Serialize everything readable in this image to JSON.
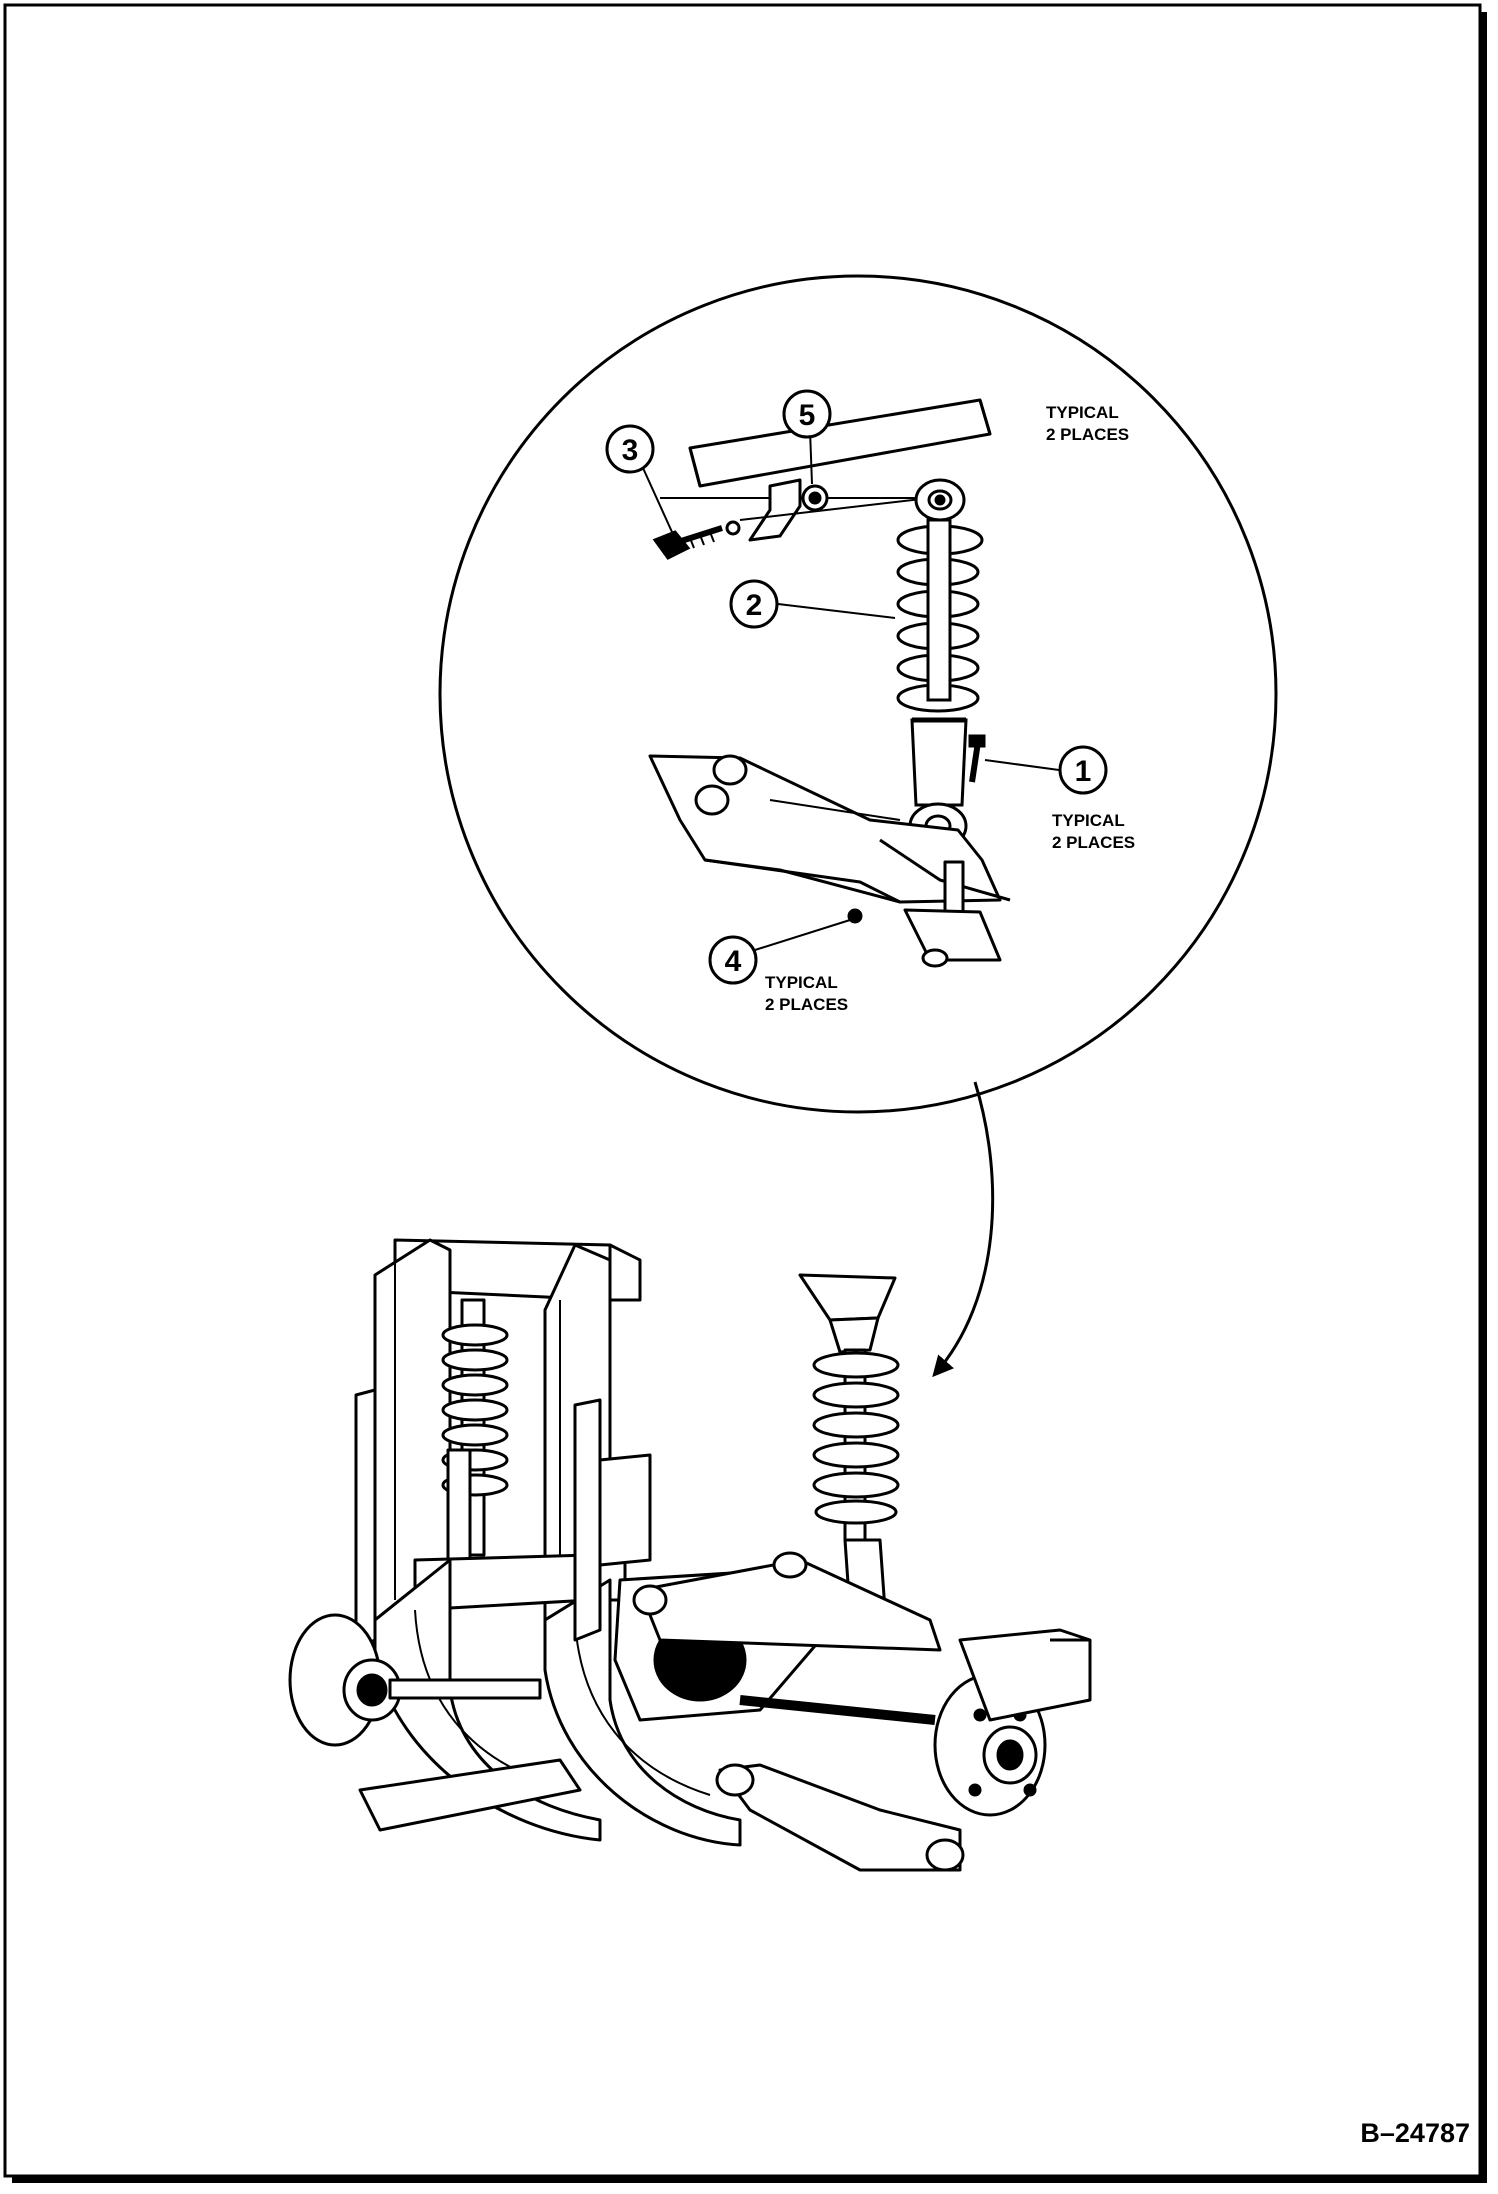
{
  "callouts": [
    {
      "number": "1",
      "note": "TYPICAL 2 PLACES"
    },
    {
      "number": "2",
      "note": ""
    },
    {
      "number": "3",
      "note": ""
    },
    {
      "number": "4",
      "note": "TYPICAL 2 PLACES"
    },
    {
      "number": "5",
      "note": ""
    }
  ],
  "notes": {
    "top_line1": "TYPICAL",
    "top_line2": "2 PLACES",
    "c1_line1": "TYPICAL",
    "c1_line2": "2 PLACES",
    "c4_line1": "TYPICAL",
    "c4_line2": "2 PLACES"
  },
  "figure_id": "B–24787"
}
